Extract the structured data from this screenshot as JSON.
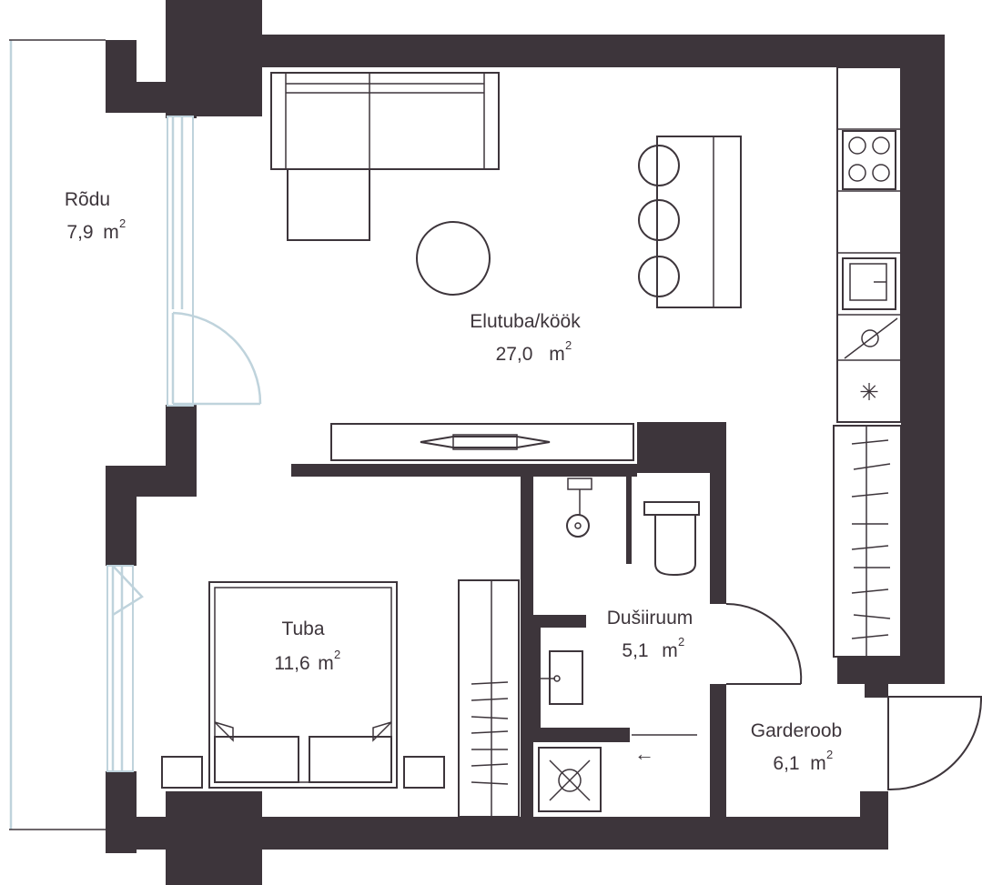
{
  "rooms": [
    {
      "id": "balcony",
      "name": "Rõdu",
      "area": "7,9",
      "unit": "m",
      "exp": "2"
    },
    {
      "id": "living",
      "name": "Elutuba/köök",
      "area": "27,0",
      "unit": "m",
      "exp": "2"
    },
    {
      "id": "bedroom",
      "name": "Tuba",
      "area": "11,6",
      "unit": "m",
      "exp": "2"
    },
    {
      "id": "bathroom",
      "name": "Dušiiruum",
      "area": "5,1",
      "unit": "m",
      "exp": "2"
    },
    {
      "id": "wardrobe",
      "name": "Garderoob",
      "area": "6,1",
      "unit": "m",
      "exp": "2"
    }
  ],
  "symbols": {
    "arrow": "←",
    "freezer": "✳"
  },
  "colors": {
    "wall": "#3d353b",
    "glass": "#bfd3dc",
    "background": "#ffffff"
  }
}
